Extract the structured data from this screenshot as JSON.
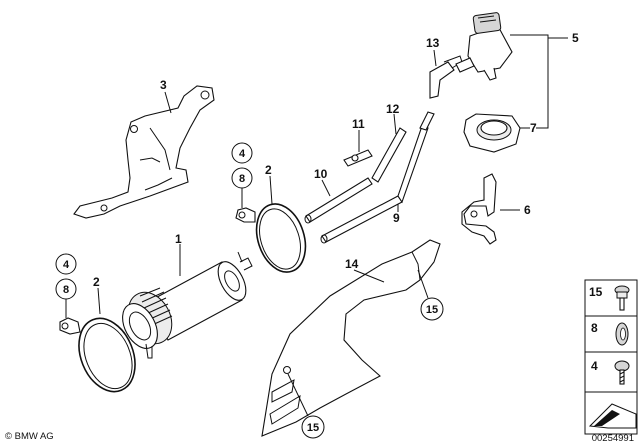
{
  "callouts": {
    "c1": "1",
    "c2a": "2",
    "c2b": "2",
    "c3": "3",
    "c4a": "4",
    "c4b": "4",
    "c5": "5",
    "c6": "6",
    "c7": "7",
    "c8a": "8",
    "c8b": "8",
    "c9": "9",
    "c10": "10",
    "c11": "11",
    "c12": "12",
    "c13": "13",
    "c14": "14",
    "c15a": "15",
    "c15b": "15"
  },
  "legend": {
    "item15": "15",
    "item8": "8",
    "item4": "4"
  },
  "footer": {
    "copyright": "© BMW AG",
    "doc_number": "00254991"
  }
}
